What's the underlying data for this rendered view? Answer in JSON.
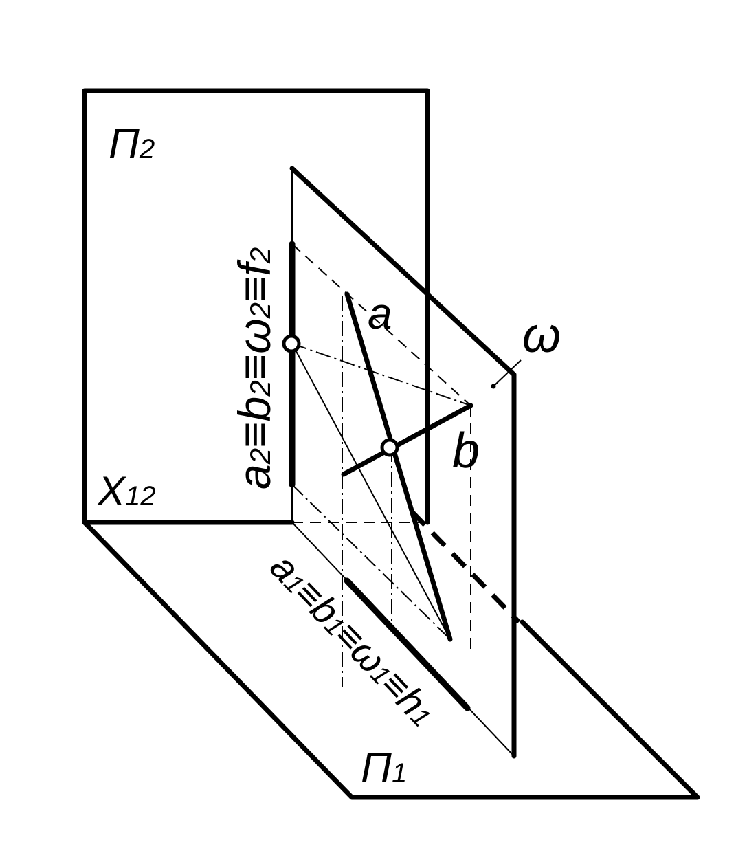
{
  "labels": {
    "plane_p2": "П",
    "plane_p2_sub": "2",
    "plane_p1": "П",
    "plane_p1_sub": "1",
    "axis_x": "X",
    "axis_x_sub": "12",
    "omega": "ω",
    "line_a": "a",
    "line_b": "b",
    "frontal_trace": {
      "p1": "a",
      "s1": "2",
      "p2": "≡b",
      "s2": "2",
      "p3": "≡ω",
      "s3": "2",
      "p4": "≡f",
      "s4": "2"
    },
    "horizontal_trace": {
      "p1": "a",
      "s1": "1",
      "p2": "≡b",
      "s2": "1",
      "p3": "≡ω",
      "s3": "1",
      "p4": "≡h",
      "s4": "1"
    }
  }
}
